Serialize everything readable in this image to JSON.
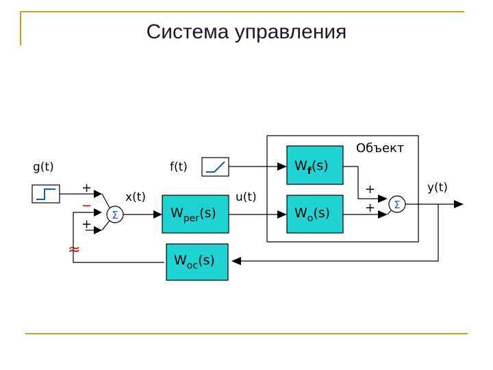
{
  "slide": {
    "title": "Система управления",
    "accent_color": "#c8a020"
  },
  "diagram": {
    "object_label": "Объект",
    "signals": {
      "g": "g(t)",
      "f": "f(t)",
      "x": "x(t)",
      "u": "u(t)",
      "y": "y(t)"
    },
    "blocks": {
      "wf": {
        "main": "W",
        "sub": "f",
        "tail": "(s)"
      },
      "wo": {
        "main": "W",
        "sub": "o",
        "tail": "(s)"
      },
      "wper": {
        "main": "W",
        "sub": "per",
        "tail": "(s)"
      },
      "woc": {
        "main": "W",
        "sub": "oc",
        "tail": "(s)"
      }
    },
    "summer1_signs": {
      "top": "+",
      "mid": "−",
      "bottom": "+"
    },
    "summer2_signs": {
      "top": "+",
      "bottom": "+"
    },
    "summer_symbol": "Σ",
    "feedback_mark": "≈",
    "block_fill": "#1fd3d3",
    "sign_minus_color": "#cc0000",
    "feedback_mark_color": "#cc0000"
  }
}
